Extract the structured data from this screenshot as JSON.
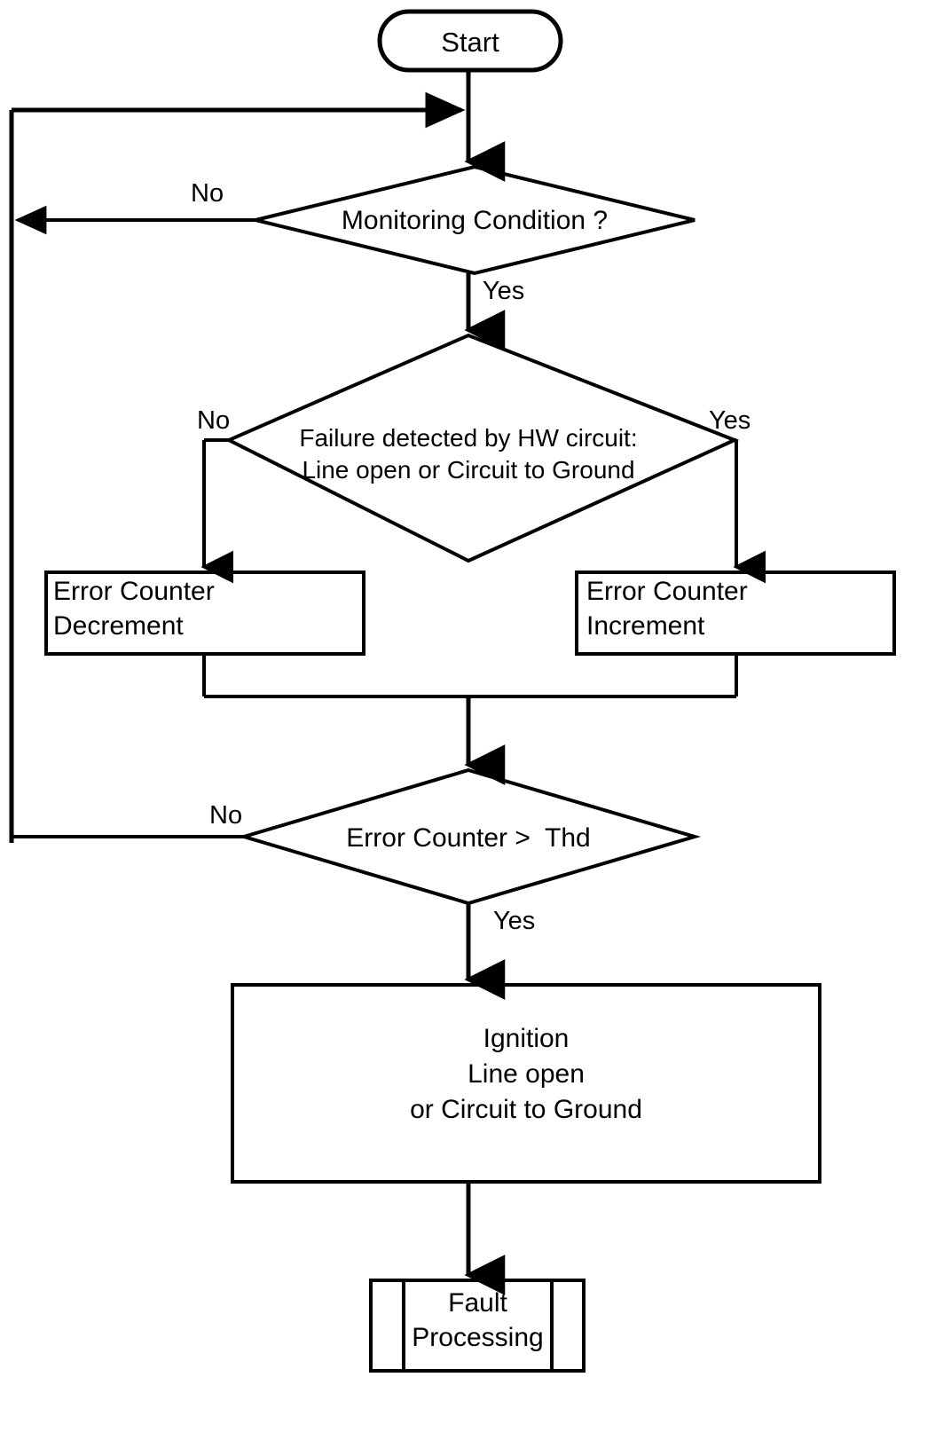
{
  "diagram": {
    "title": "Ignition line open or circuit to ground monitoring flowchart",
    "type": "flowchart",
    "background_color": "#ffffff",
    "line_color": "#000000",
    "text_color": "#000000"
  },
  "nodes": {
    "start": {
      "shape": "terminator",
      "label": "Start"
    },
    "monitoring_condition": {
      "shape": "decision",
      "label": "Monitoring Condition ?"
    },
    "failure_detected": {
      "shape": "decision",
      "line1": "Failure detected by HW circuit:",
      "line2": "Line open or Circuit to Ground"
    },
    "error_counter_decrement": {
      "shape": "process",
      "line1": "Error Counter",
      "line2": "Decrement"
    },
    "error_counter_increment": {
      "shape": "process",
      "line1": "Error Counter",
      "line2": "Increment"
    },
    "error_counter_threshold": {
      "shape": "decision",
      "label": "Error Counter >  Thd"
    },
    "ignition_fault": {
      "shape": "process",
      "line1": "Ignition",
      "line2": "Line open",
      "line3": "or Circuit to Ground"
    },
    "fault_processing": {
      "shape": "predefined-process",
      "line1": "Fault",
      "line2": "Processing"
    }
  },
  "edge_labels": {
    "monitoring_no": "No",
    "monitoring_yes": "Yes",
    "failure_no": "No",
    "failure_yes": "Yes",
    "threshold_no": "No",
    "threshold_yes": "Yes"
  }
}
